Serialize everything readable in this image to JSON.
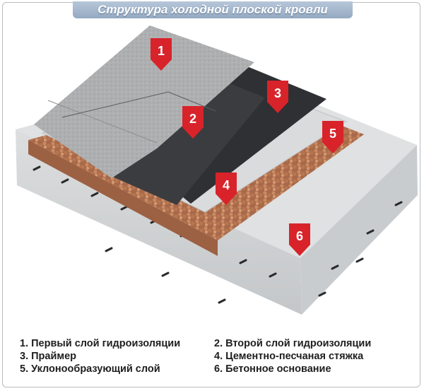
{
  "title": "Структура холодной плоской кровли",
  "markers": [
    "1",
    "2",
    "3",
    "4",
    "5",
    "6"
  ],
  "legend": [
    "1. Первый слой гидроизоляции",
    "2. Второй слой гидроизоляции",
    "3. Праймер",
    "4. Цементно-песчаная стяжка",
    "5. Уклонообразующий слой",
    "6. Бетонное основание"
  ],
  "colors": {
    "marker": "#d8232a",
    "title_bar": "#a4b6cc",
    "membrane_top": "#a9aaab",
    "membrane_bottom": "#3a3b3d",
    "screed": "#d9dbdc",
    "clay": "#b5754f",
    "concrete": "#cfd1d3"
  }
}
